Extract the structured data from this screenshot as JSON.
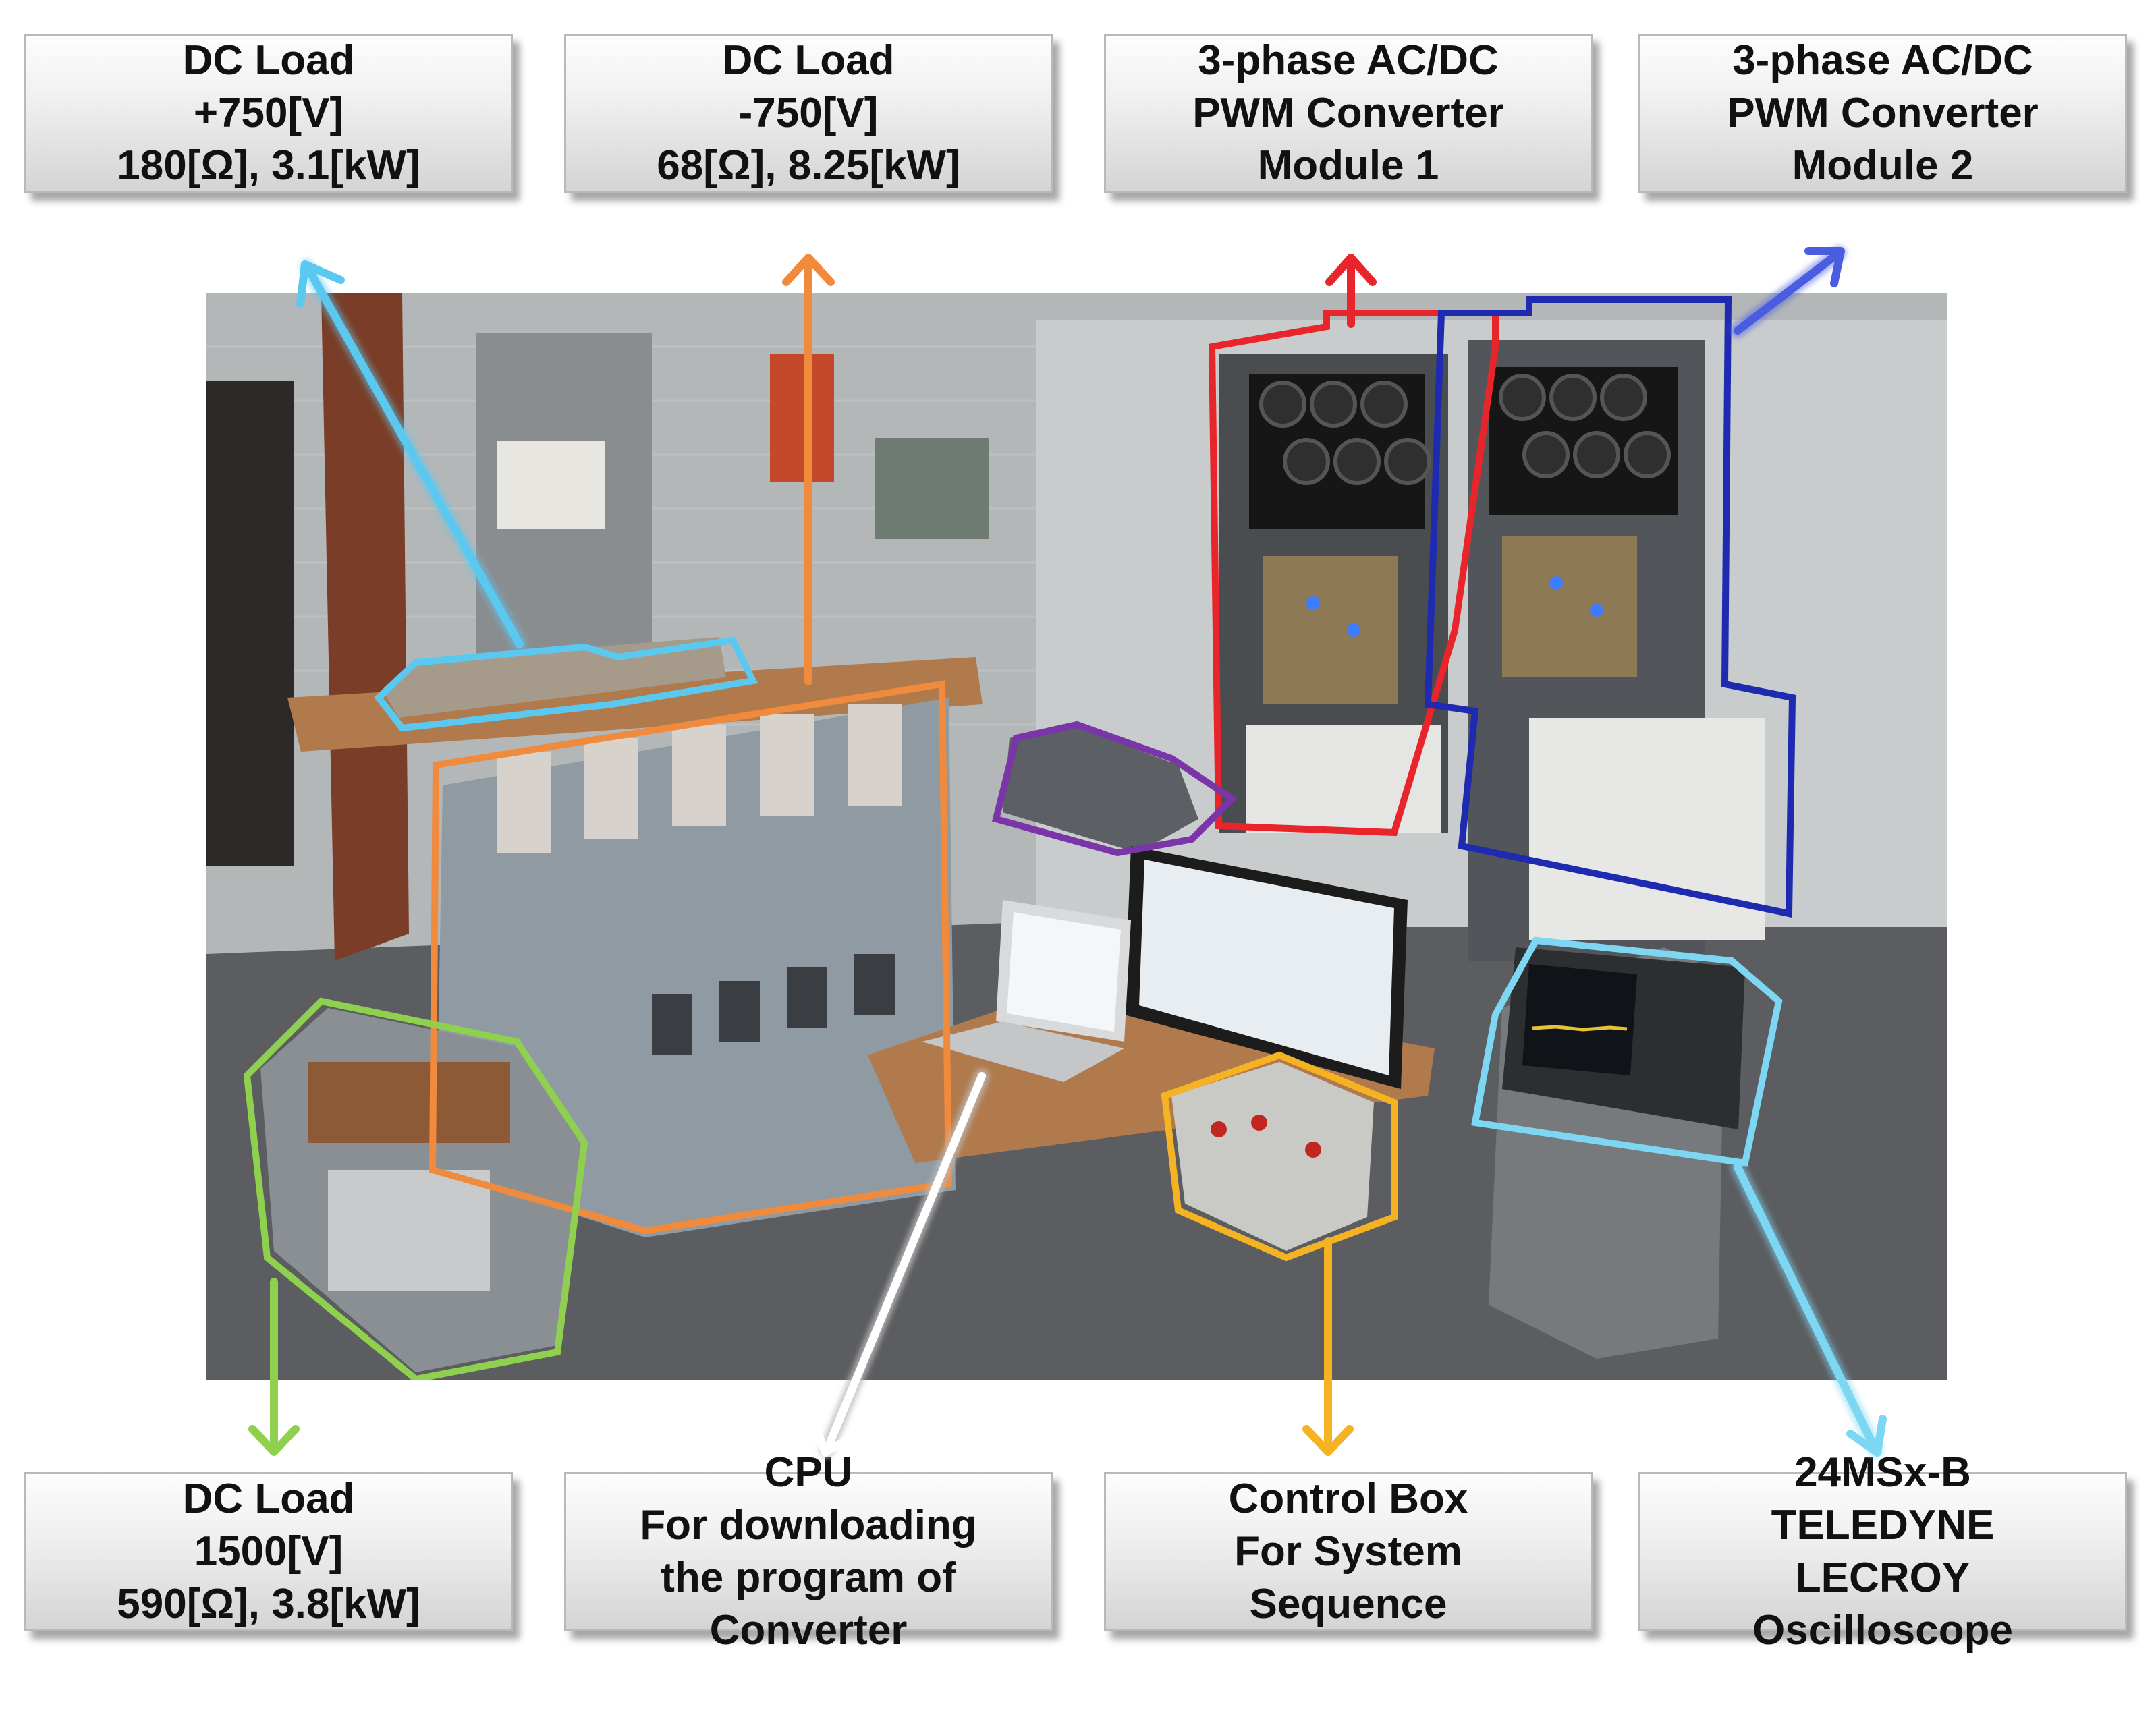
{
  "labels": {
    "dc_load_750_pos": {
      "line1": "DC Load",
      "line2": "+750[V]",
      "line3": "180[Ω], 3.1[kW]"
    },
    "dc_load_750_neg": {
      "line1": "DC Load",
      "line2": "-750[V]",
      "line3": "68[Ω], 8.25[kW]"
    },
    "converter_module_1": {
      "line1": "3-phase AC/DC",
      "line2": "PWM Converter",
      "line3": "Module 1"
    },
    "converter_module_2": {
      "line1": "3-phase AC/DC",
      "line2": "PWM Converter",
      "line3": "Module 2"
    },
    "dc_load_1500": {
      "line1": "DC Load",
      "line2": "1500[V]",
      "line3": "590[Ω], 3.8[kW]"
    },
    "cpu": {
      "line1": "CPU",
      "line2": "For downloading",
      "line3": "the program of",
      "line4": "Converter"
    },
    "control_box": {
      "line1": "Control Box",
      "line2": "For System",
      "line3": "Sequence"
    },
    "oscilloscope": {
      "line1": "24MSx-B",
      "line2": "TELEDYNE",
      "line3": "LECROY",
      "line4": "Oscilloscope"
    }
  },
  "highlight_colors": {
    "dc_load_750_pos": "#5bc8f0",
    "dc_load_750_neg": "#f08a3c",
    "converter_module_1": "#e8252a",
    "converter_module_2": "#1e2bb0",
    "dc_load_1500": "#8fd14f",
    "cpu": "#ffffff",
    "control_box": "#f5b324",
    "oscilloscope": "#7dd6f2",
    "extra_module": "#7a36a8"
  }
}
